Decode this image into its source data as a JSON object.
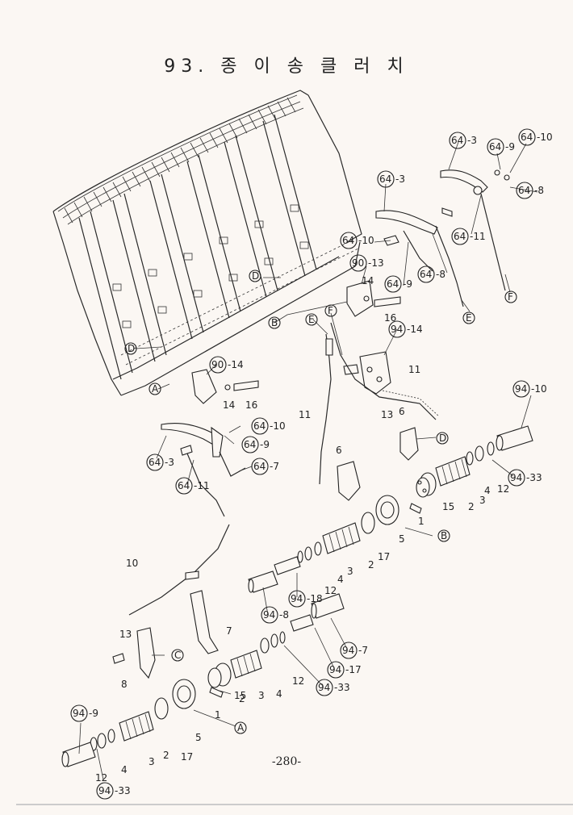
{
  "page": {
    "title": "93. 종 이 송 클 러 치",
    "page_number": "-280-"
  },
  "labels": [
    {
      "id": "l1",
      "text": "64",
      "suffix": "-3"
    },
    {
      "id": "l2",
      "text": "64",
      "suffix": "-9"
    },
    {
      "id": "l3",
      "text": "64",
      "suffix": "-10"
    },
    {
      "id": "l4",
      "text": "64",
      "suffix": "-3"
    },
    {
      "id": "l5",
      "text": "64",
      "suffix": "-8"
    },
    {
      "id": "l6",
      "text": "64",
      "suffix": "-11"
    },
    {
      "id": "l7",
      "text": "64",
      "suffix": "-10"
    },
    {
      "id": "l8",
      "text": "64",
      "suffix": "-8"
    },
    {
      "id": "l9",
      "text": "64",
      "suffix": "-9"
    },
    {
      "id": "l10",
      "text": "F",
      "suffix": ""
    },
    {
      "id": "l11",
      "text": "E",
      "suffix": ""
    },
    {
      "id": "l12",
      "text": "90",
      "suffix": "-13"
    },
    {
      "id": "l13",
      "text": "D",
      "suffix": ""
    },
    {
      "id": "l14",
      "text": "B",
      "suffix": ""
    },
    {
      "id": "l15",
      "text": "D",
      "suffix": ""
    },
    {
      "id": "l16",
      "text": "A",
      "suffix": ""
    },
    {
      "id": "l17",
      "text": "90",
      "suffix": "-14"
    },
    {
      "id": "l18",
      "text": "94",
      "suffix": "-14"
    },
    {
      "id": "l19",
      "text": "E",
      "suffix": ""
    },
    {
      "id": "l20",
      "text": "F",
      "suffix": ""
    },
    {
      "id": "l21",
      "text": "94",
      "suffix": "-10"
    },
    {
      "id": "l22",
      "text": "D",
      "suffix": ""
    },
    {
      "id": "l23",
      "text": "94",
      "suffix": "-33"
    },
    {
      "id": "l24",
      "text": "B",
      "suffix": ""
    },
    {
      "id": "l25",
      "text": "64",
      "suffix": "-10"
    },
    {
      "id": "l26",
      "text": "64",
      "suffix": "-9"
    },
    {
      "id": "l27",
      "text": "64",
      "suffix": "-3"
    },
    {
      "id": "l28",
      "text": "64",
      "suffix": "-7"
    },
    {
      "id": "l29",
      "text": "64",
      "suffix": "-11"
    },
    {
      "id": "l30",
      "text": "94",
      "suffix": "-18"
    },
    {
      "id": "l31",
      "text": "94",
      "suffix": "-8"
    },
    {
      "id": "l32",
      "text": "94",
      "suffix": "-7"
    },
    {
      "id": "l33",
      "text": "94",
      "suffix": "-17"
    },
    {
      "id": "l34",
      "text": "94",
      "suffix": "-33"
    },
    {
      "id": "l35",
      "text": "C",
      "suffix": ""
    },
    {
      "id": "l36",
      "text": "A",
      "suffix": ""
    },
    {
      "id": "l37",
      "text": "94",
      "suffix": "-9"
    },
    {
      "id": "l38",
      "text": "94",
      "suffix": "-33"
    }
  ],
  "numbers": [
    {
      "id": "n1",
      "text": "14"
    },
    {
      "id": "n2",
      "text": "16"
    },
    {
      "id": "n3",
      "text": "14"
    },
    {
      "id": "n4",
      "text": "16"
    },
    {
      "id": "n5",
      "text": "11"
    },
    {
      "id": "n6",
      "text": "11"
    },
    {
      "id": "n7",
      "text": "13"
    },
    {
      "id": "n8",
      "text": "6"
    },
    {
      "id": "n9",
      "text": "6"
    },
    {
      "id": "n10",
      "text": "15"
    },
    {
      "id": "n11",
      "text": "1"
    },
    {
      "id": "n12",
      "text": "2"
    },
    {
      "id": "n13",
      "text": "3"
    },
    {
      "id": "n14",
      "text": "4"
    },
    {
      "id": "n15",
      "text": "12"
    },
    {
      "id": "n16",
      "text": "5"
    },
    {
      "id": "n17",
      "text": "17"
    },
    {
      "id": "n18",
      "text": "2"
    },
    {
      "id": "n19",
      "text": "3"
    },
    {
      "id": "n20",
      "text": "4"
    },
    {
      "id": "n21",
      "text": "12"
    },
    {
      "id": "n22",
      "text": "10"
    },
    {
      "id": "n23",
      "text": "7"
    },
    {
      "id": "n24",
      "text": "13"
    },
    {
      "id": "n25",
      "text": "8"
    },
    {
      "id": "n26",
      "text": "15"
    },
    {
      "id": "n27",
      "text": "1"
    },
    {
      "id": "n28",
      "text": "2"
    },
    {
      "id": "n29",
      "text": "3"
    },
    {
      "id": "n30",
      "text": "4"
    },
    {
      "id": "n31",
      "text": "12"
    },
    {
      "id": "n32",
      "text": "5"
    },
    {
      "id": "n33",
      "text": "2"
    },
    {
      "id": "n34",
      "text": "3"
    },
    {
      "id": "n35",
      "text": "4"
    },
    {
      "id": "n36",
      "text": "12"
    },
    {
      "id": "n37",
      "text": "17"
    }
  ]
}
